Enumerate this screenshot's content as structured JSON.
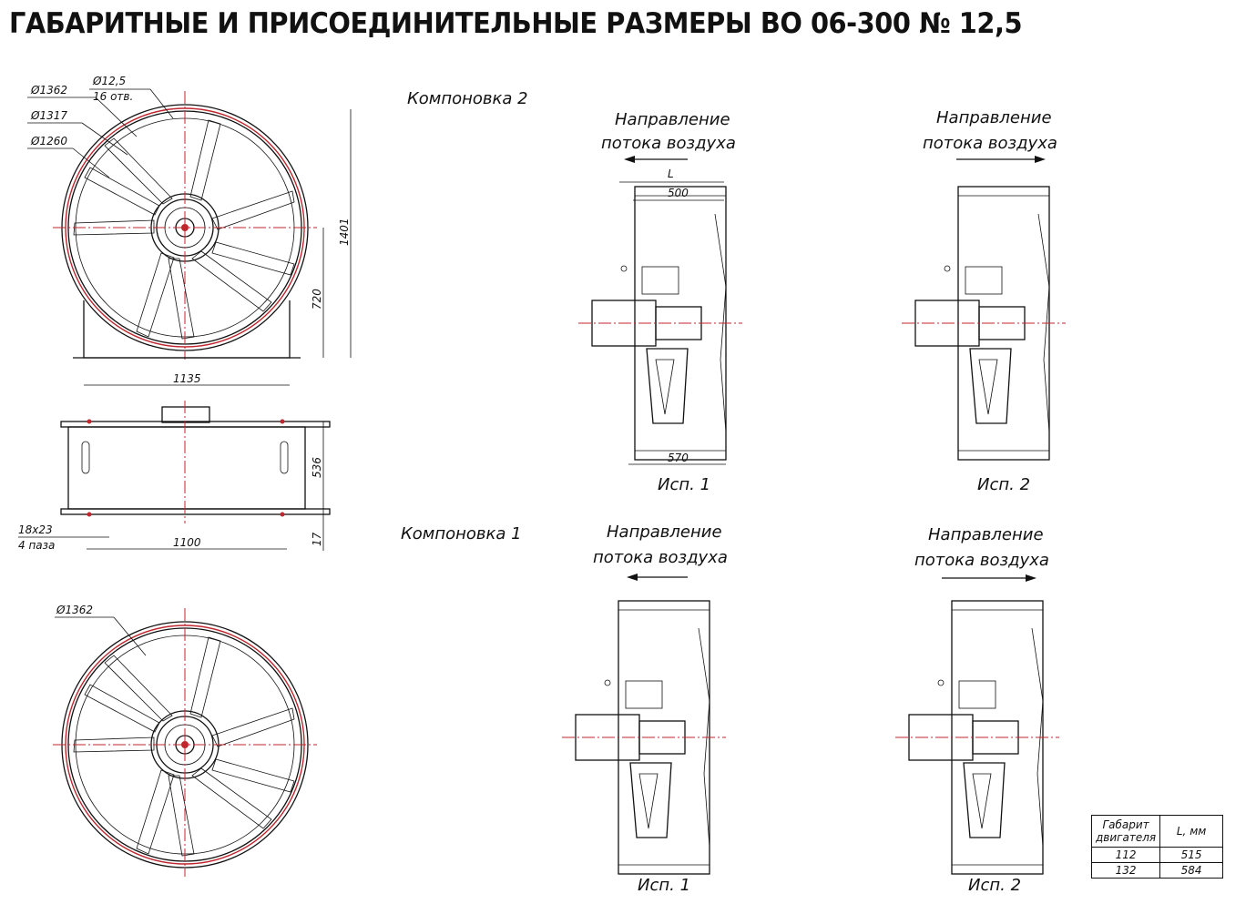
{
  "title": "ГАБАРИТНЫЕ И ПРИСОЕДИНИТЕЛЬНЫЕ РАЗМЕРЫ ВО 06-300 № 12,5",
  "layouts": {
    "layout2": "Компоновка 2",
    "layout1": "Компоновка 1"
  },
  "flow_direction": {
    "line1": "Направление",
    "line2": "потока воздуха"
  },
  "variants": {
    "v1": "Исп. 1",
    "v2": "Исп. 2"
  },
  "dimensions": {
    "d1362": "Ø1362",
    "d1317": "Ø1317",
    "d1260": "Ø1260",
    "d12_5": "Ø12,5",
    "holes": "16 отв.",
    "h1401": "1401",
    "h720": "720",
    "w1135": "1135",
    "h536": "536",
    "slot": "18х23",
    "slots": "4 паза",
    "w1100": "1100",
    "h17": "17",
    "L": "L",
    "w500": "500",
    "w570": "570",
    "d1362b": "Ø1362"
  },
  "table": {
    "col1": "Габарит двигателя",
    "col2": "L, мм",
    "rows": [
      {
        "size": "112",
        "L": "515"
      },
      {
        "size": "132",
        "L": "584"
      }
    ]
  }
}
